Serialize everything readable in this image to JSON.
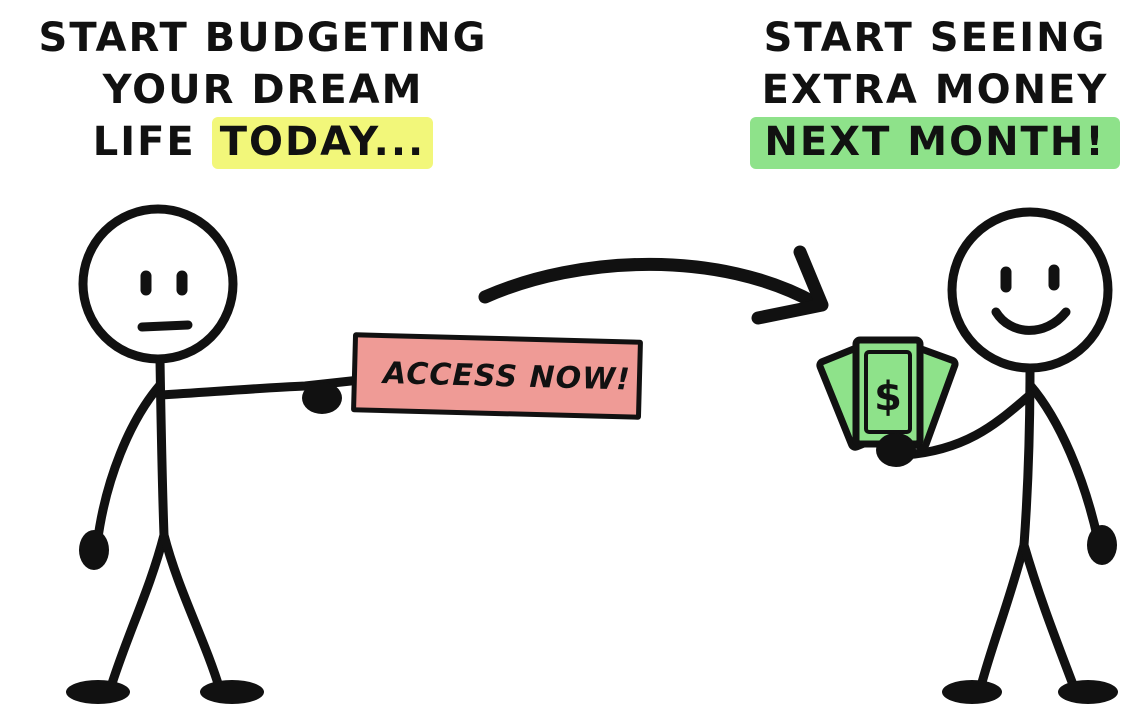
{
  "left_headline": {
    "line1": "START BUDGETING",
    "line2": "YOUR DREAM",
    "line3_plain": "LIFE ",
    "line3_highlight": "TODAY..."
  },
  "right_headline": {
    "line1": "START SEEING",
    "line2": "EXTRA MONEY",
    "line3_highlight": "NEXT MONTH!"
  },
  "cta": {
    "label": "ACCESS NOW!"
  },
  "money": {
    "symbol": "$"
  },
  "colors": {
    "ink": "#111111",
    "highlight_yellow": "#f2f77a",
    "highlight_green": "#8ee28a",
    "button_fill": "#ef9b96",
    "money_green": "#8ee28a"
  },
  "icons": {
    "left_figure": "neutral-stick-figure-icon",
    "right_figure": "smiling-stick-figure-icon",
    "arrow": "curved-arrow-icon",
    "cash": "cash-stack-icon"
  }
}
